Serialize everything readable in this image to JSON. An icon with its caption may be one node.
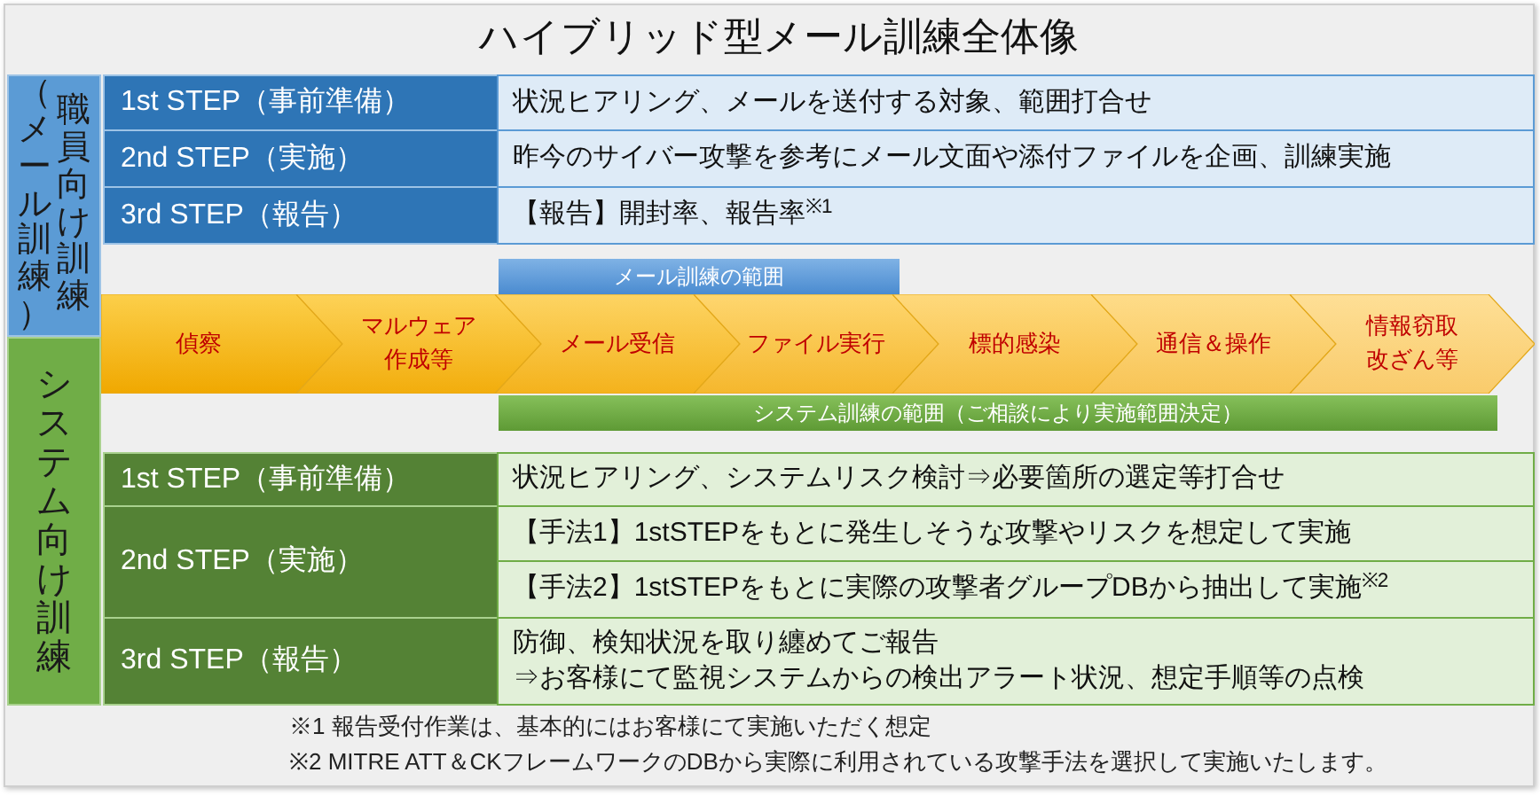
{
  "diagram": {
    "title": "ハイブリッド型メール訓練全体像",
    "nodes": [
      {
        "text": [
          "（メール訓練）",
          "職員向け訓練"
        ]
      },
      {
        "text": [
          "1st STEP（事前準備）"
        ]
      },
      {
        "text": [
          "状況ヒアリング、メールを送付する対象、範囲打合せ"
        ]
      },
      {
        "text": [
          "2nd STEP（実施）"
        ]
      },
      {
        "text": [
          "昨今のサイバー攻撃を参考にメール文面や添付ファイルを企画、訓練実施"
        ]
      },
      {
        "text": [
          "3rd STEP（報告）"
        ]
      },
      {
        "text": [
          "【報告】開封率、報告率$^{※1}$"
        ]
      },
      {
        "text": [
          "メール訓練の範囲"
        ]
      },
      {
        "text": [
          "偵察"
        ]
      },
      {
        "text": [
          "マルウェア作成等"
        ]
      },
      {
        "text": [
          "メール受信"
        ]
      },
      {
        "text": [
          "ファイル実行"
        ]
      },
      {
        "text": [
          "標的感染"
        ]
      },
      {
        "text": [
          "通信＆操作"
        ]
      },
      {
        "text": [
          "情報窃取改ざん等"
        ]
      },
      {
        "text": [
          "システム訓練の範囲（ご相談により実施範囲決定）"
        ]
      },
      {
        "text": [
          "システム向け訓練"
        ]
      },
      {
        "text": [
          "1st STEP（事前準備）"
        ]
      },
      {
        "text": [
          "状況ヒアリング、システムリスク検討⇒必要箇所の選定等打合せ"
        ]
      },
      {
        "text": [
          "2nd STEP（実施）"
        ]
      },
      {
        "text": [
          "【手法1】1stSTEPをもとに発生しそうな攻撃やリスクを想定して実施"
        ]
      },
      {
        "text": [
          "【手法2】1stSTEPをもとに実際の攻撃者グループDBから抽出して実施$^{※2}$"
        ]
      },
      {
        "text": [
          "3rd STEP（報告）"
        ]
      },
      {
        "text": [
          "防御、検知状況を取り纏めてご報告",
          "⇒お客様にて監視システムからの検出アラート状況、想定手順等の点検"
        ]
      }
    ],
    "labels": [
      "※1 報告受付作業は、基本的にはお客様にて実施いただく想定",
      "※2 MITRE ATT＆CKフレームワークのDBから実際に利用されている攻撃手法を選択して実施いたします。"
    ]
  }
}
